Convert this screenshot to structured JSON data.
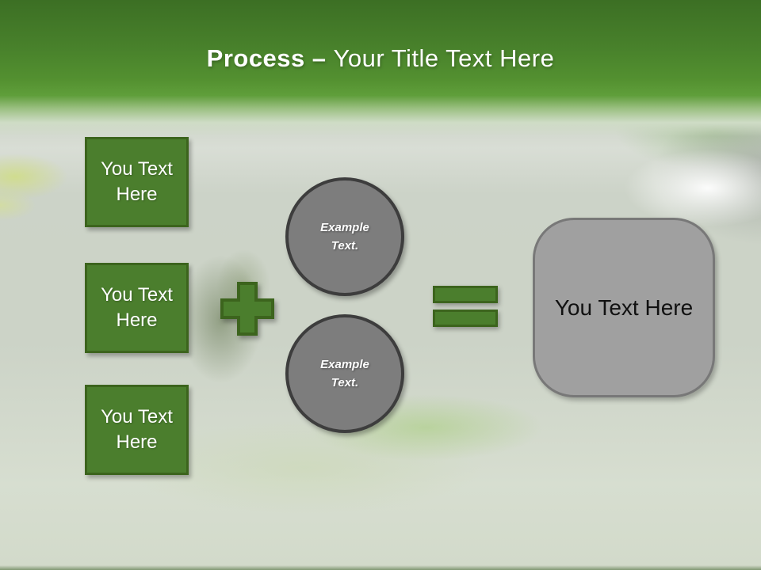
{
  "header": {
    "title_bold": "Process",
    "title_separator": "–",
    "title_rest": "Your Title Text Here"
  },
  "process_boxes": [
    {
      "label": "You Text Here"
    },
    {
      "label": "You Text Here"
    },
    {
      "label": "You Text Here"
    }
  ],
  "operators": {
    "plus": "+",
    "equals": "="
  },
  "circles": [
    {
      "label": "Example Text."
    },
    {
      "label": "Example Text."
    }
  ],
  "result_box": {
    "label": "You Text Here"
  },
  "colors": {
    "banner_green_dark": "#3c6f24",
    "banner_green_light": "#5f9e3a",
    "shape_green_fill": "#4b7e2d",
    "shape_green_border": "#3c641d",
    "circle_fill": "#7d7d7d",
    "circle_border": "#3d3d3d",
    "result_fill": "#a0a0a0",
    "result_border": "#787878",
    "title_text": "#ffffff",
    "result_text": "#111111",
    "background_base": "#ccd3c7"
  }
}
